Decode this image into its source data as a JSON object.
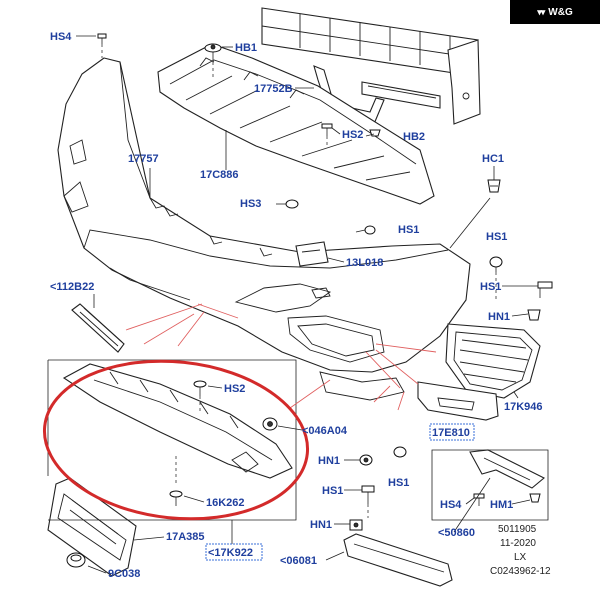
{
  "logo": {
    "mark": "▾▾",
    "text": "W&G"
  },
  "labels": {
    "hs4_top": "HS4",
    "hb1": "HB1",
    "p17752b": "17752B",
    "hs2_top": "HS2",
    "hb2": "HB2",
    "p17757": "17757",
    "p17c886": "17C886",
    "hs3": "HS3",
    "hs1_mid": "HS1",
    "hc1": "HC1",
    "p13l018": "13L018",
    "hs1_right": "HS1",
    "p112b22": "<112B22",
    "hs1_r2": "HS1",
    "hn1_right": "HN1",
    "hs2_low": "HS2",
    "p17k946": "17K946",
    "p046a04": "<046A04",
    "p17e810": "17E810",
    "hn1_mid": "HN1",
    "hs1_mid2": "HS1",
    "hs1_low": "HS1",
    "p16k262": "16K262",
    "hs4_low": "HS4",
    "hm1": "HM1",
    "hn1_low": "HN1",
    "p50860": "<50860",
    "p17a385": "17A385",
    "p17k922": "<17K922",
    "p06081": "<06081",
    "p9c038": "9C038"
  },
  "meta": {
    "line1": "5011905",
    "line2": "11-2020",
    "line3": "LX",
    "line4": "C0243962-12"
  },
  "colors": {
    "label": "#1f3f9e",
    "highlight": "#d32a2a",
    "leader_red": "#e06060",
    "box": "#3a6fd8"
  }
}
